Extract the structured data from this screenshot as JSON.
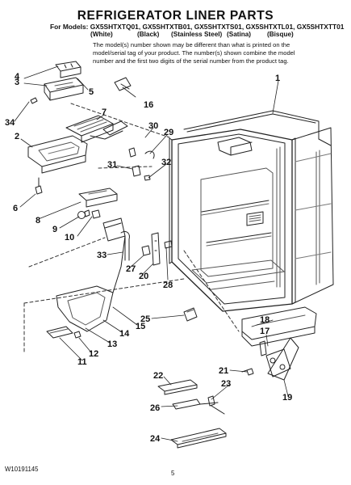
{
  "title": "REFRIGERATOR LINER PARTS",
  "models_line": "For Models: GX5SHTXTQ01, GX5SHTXTB01, GX5SHTXTS01, GX5SHTXTL01, GX5SHTXTT01",
  "variants": [
    "(White)",
    "(Black)",
    "(Stainless Steel)",
    "(Satina)",
    "(Bisque)"
  ],
  "note": "The model(s) number shown may be different than what is printed on the model/serial tag of your product. The number(s) shown combine the model number and the first two digits of the serial number from the product tag.",
  "document_number": "W10191145",
  "page_number": "5",
  "callouts": [
    "1",
    "2",
    "3",
    "4",
    "5",
    "6",
    "7",
    "8",
    "9",
    "10",
    "11",
    "12",
    "13",
    "14",
    "15",
    "16",
    "17",
    "18",
    "19",
    "20",
    "21",
    "22",
    "23",
    "24",
    "25",
    "26",
    "27",
    "28",
    "29",
    "30",
    "31",
    "32",
    "33",
    "34"
  ]
}
